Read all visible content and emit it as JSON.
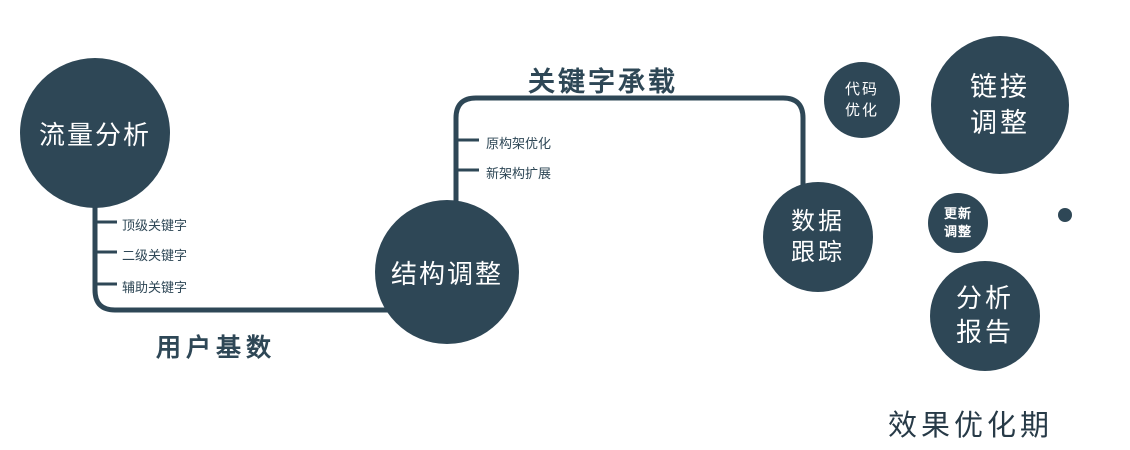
{
  "diagram": {
    "accent_color": "#2e4756",
    "background_color": "#ffffff",
    "nodes": {
      "traffic": "流量分析",
      "structure": "结构调整",
      "tracking": "数据\n跟踪",
      "code": "代码\n优化",
      "link": "链接\n调整",
      "update": "更新\n调整",
      "report": "分析\n报告"
    },
    "edge_labels": {
      "user_base": "用户基数",
      "keyword_load": "关键字承载"
    },
    "traffic_ticks": [
      "顶级关键字",
      "二级关键字",
      "辅助关键字"
    ],
    "structure_ticks": [
      "原构架优化",
      "新架构扩展"
    ],
    "footer": "效果优化期"
  }
}
